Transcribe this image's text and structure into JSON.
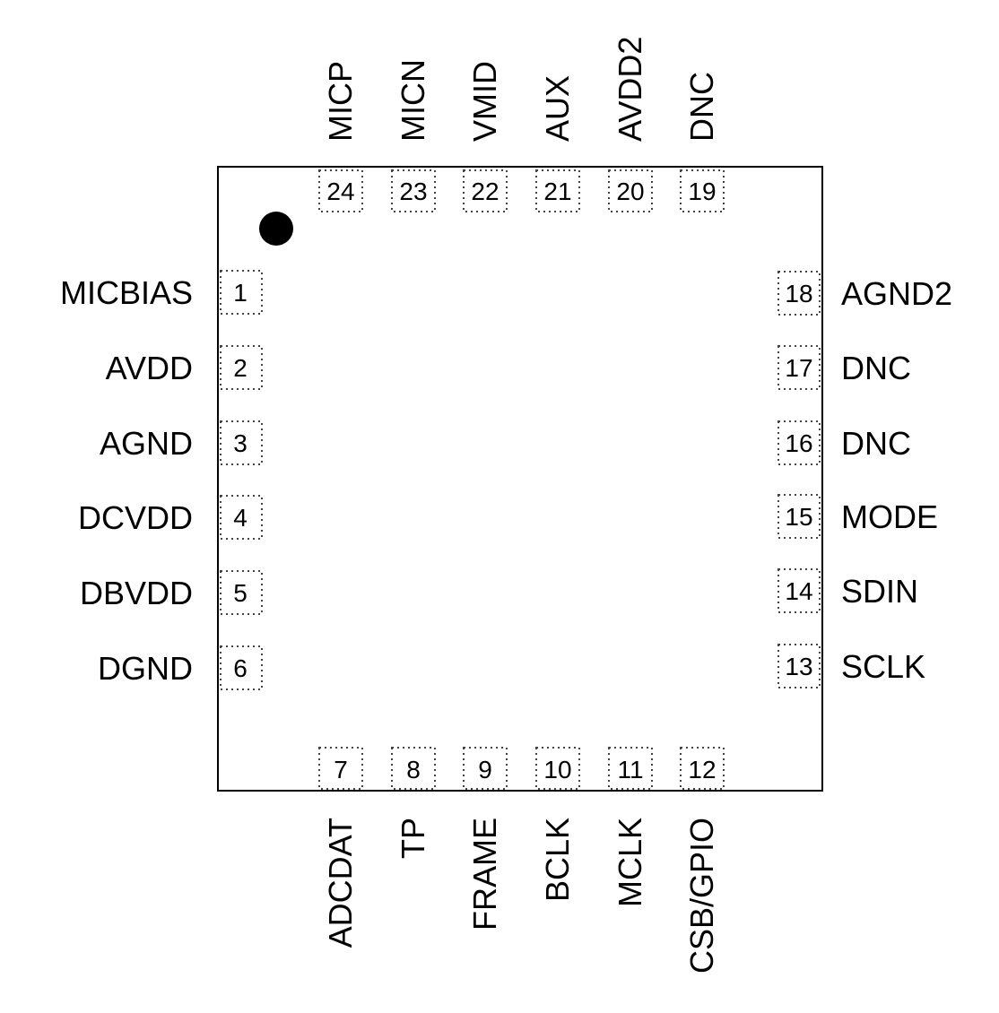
{
  "package": {
    "pin1_marker": "filled-circle"
  },
  "pins": {
    "left": [
      {
        "number": "1",
        "name": "MICBIAS"
      },
      {
        "number": "2",
        "name": "AVDD"
      },
      {
        "number": "3",
        "name": "AGND"
      },
      {
        "number": "4",
        "name": "DCVDD"
      },
      {
        "number": "5",
        "name": "DBVDD"
      },
      {
        "number": "6",
        "name": "DGND"
      }
    ],
    "bottom": [
      {
        "number": "7",
        "name": "ADCDAT"
      },
      {
        "number": "8",
        "name": "TP"
      },
      {
        "number": "9",
        "name": "FRAME"
      },
      {
        "number": "10",
        "name": "BCLK"
      },
      {
        "number": "11",
        "name": "MCLK"
      },
      {
        "number": "12",
        "name": "CSB/GPIO"
      }
    ],
    "right": [
      {
        "number": "13",
        "name": "SCLK"
      },
      {
        "number": "14",
        "name": "SDIN"
      },
      {
        "number": "15",
        "name": "MODE"
      },
      {
        "number": "16",
        "name": "DNC"
      },
      {
        "number": "17",
        "name": "DNC"
      },
      {
        "number": "18",
        "name": "AGND2"
      }
    ],
    "top": [
      {
        "number": "19",
        "name": "DNC"
      },
      {
        "number": "20",
        "name": "AVDD2"
      },
      {
        "number": "21",
        "name": "AUX"
      },
      {
        "number": "22",
        "name": "VMID"
      },
      {
        "number": "23",
        "name": "MICN"
      },
      {
        "number": "24",
        "name": "MICP"
      }
    ]
  }
}
